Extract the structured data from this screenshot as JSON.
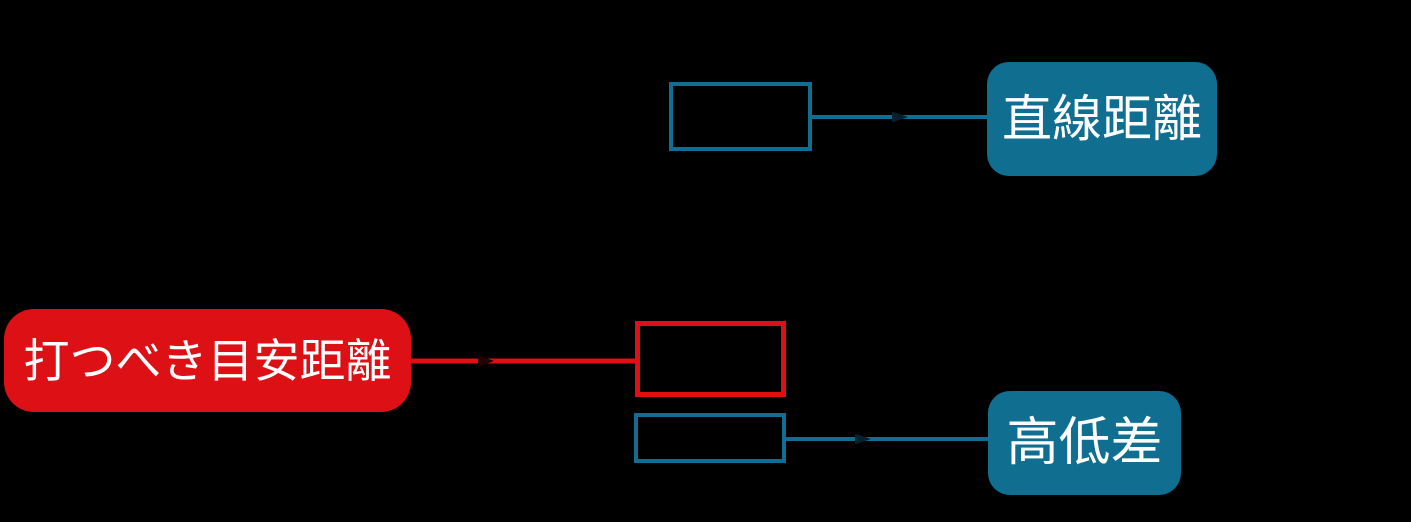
{
  "diagram": {
    "labels": {
      "straight_distance": "直線距離",
      "target_distance": "打つべき目安距離",
      "elevation_difference": "高低差"
    },
    "nodes": [
      {
        "id": "box-top",
        "type": "empty-outline",
        "color": "#106f91"
      },
      {
        "id": "box-middle",
        "type": "empty-outline",
        "color": "#dd1016"
      },
      {
        "id": "box-bottom",
        "type": "empty-outline",
        "color": "#106f91"
      }
    ],
    "connectors": [
      {
        "from": "box-top",
        "to": "straight_distance",
        "color": "#106f91"
      },
      {
        "from": "target_distance",
        "to": "box-middle",
        "color": "#dd1016"
      },
      {
        "from": "box-bottom",
        "to": "elevation_difference",
        "color": "#106f91"
      }
    ],
    "colors": {
      "teal": "#106f91",
      "red": "#dd1016",
      "text": "#ffffff",
      "background": "#000000"
    }
  }
}
